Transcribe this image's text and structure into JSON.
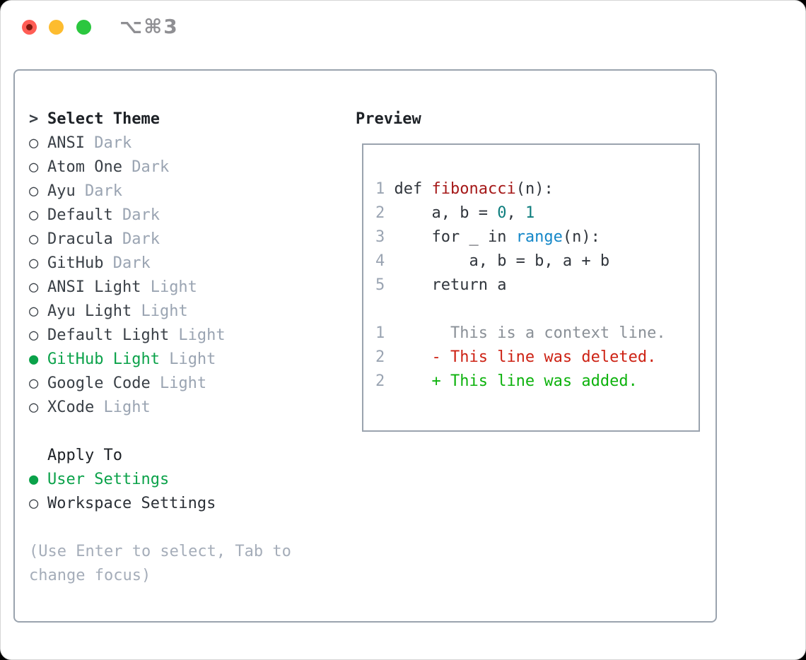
{
  "titlebar": {
    "shortcut_label": "⌥⌘3"
  },
  "theme_picker": {
    "title_marker": ">",
    "title": "Select Theme",
    "unselected_glyph": "○",
    "selected_glyph": "●",
    "items": [
      {
        "name": "ANSI",
        "variant": "Dark",
        "selected": false
      },
      {
        "name": "Atom One",
        "variant": "Dark",
        "selected": false
      },
      {
        "name": "Ayu",
        "variant": "Dark",
        "selected": false
      },
      {
        "name": "Default",
        "variant": "Dark",
        "selected": false
      },
      {
        "name": "Dracula",
        "variant": "Dark",
        "selected": false
      },
      {
        "name": "GitHub",
        "variant": "Dark",
        "selected": false
      },
      {
        "name": "ANSI Light",
        "variant": "Light",
        "selected": false
      },
      {
        "name": "Ayu Light",
        "variant": "Light",
        "selected": false
      },
      {
        "name": "Default Light",
        "variant": "Light",
        "selected": false
      },
      {
        "name": "GitHub Light",
        "variant": "Light",
        "selected": true
      },
      {
        "name": "Google Code",
        "variant": "Light",
        "selected": false
      },
      {
        "name": "XCode",
        "variant": "Light",
        "selected": false
      }
    ],
    "apply_to": {
      "title": "Apply To",
      "options": [
        {
          "name": "User Settings",
          "selected": true
        },
        {
          "name": "Workspace Settings",
          "selected": false
        }
      ]
    },
    "hint_lines": [
      "(Use Enter to select, Tab to",
      "change focus)"
    ]
  },
  "preview": {
    "title": "Preview",
    "lines": [
      {
        "num": "1",
        "tokens": [
          {
            "t": "def ",
            "c": "text"
          },
          {
            "t": "fibonacci",
            "c": "func"
          },
          {
            "t": "(n):",
            "c": "text"
          }
        ]
      },
      {
        "num": "2",
        "tokens": [
          {
            "t": "    a, b = ",
            "c": "text"
          },
          {
            "t": "0",
            "c": "number"
          },
          {
            "t": ", ",
            "c": "text"
          },
          {
            "t": "1",
            "c": "number"
          }
        ]
      },
      {
        "num": "3",
        "tokens": [
          {
            "t": "    for _ in ",
            "c": "text"
          },
          {
            "t": "range",
            "c": "builtin"
          },
          {
            "t": "(n):",
            "c": "text"
          }
        ]
      },
      {
        "num": "4",
        "tokens": [
          {
            "t": "        a, b = b, a + b",
            "c": "text"
          }
        ]
      },
      {
        "num": "5",
        "tokens": [
          {
            "t": "    return a",
            "c": "text"
          }
        ]
      },
      {
        "num": "",
        "tokens": []
      },
      {
        "num": "1",
        "tokens": [
          {
            "t": "      This is a context line.",
            "c": "context"
          }
        ]
      },
      {
        "num": "2",
        "tokens": [
          {
            "t": "    - This line was deleted.",
            "c": "deleted"
          }
        ]
      },
      {
        "num": "2",
        "tokens": [
          {
            "t": "    + This line was added.",
            "c": "added"
          }
        ]
      }
    ]
  },
  "colors": {
    "text": "#30353c",
    "func": "#a51818",
    "number": "#0d7d7d",
    "builtin": "#1487c8",
    "context": "#8a9097",
    "deleted": "#cd2214",
    "added": "#0db20d",
    "accent_green": "#0ba24a",
    "muted": "#9aa4b2",
    "line_number": "#9aa4b2",
    "panel_border": "#9aa3ae"
  }
}
